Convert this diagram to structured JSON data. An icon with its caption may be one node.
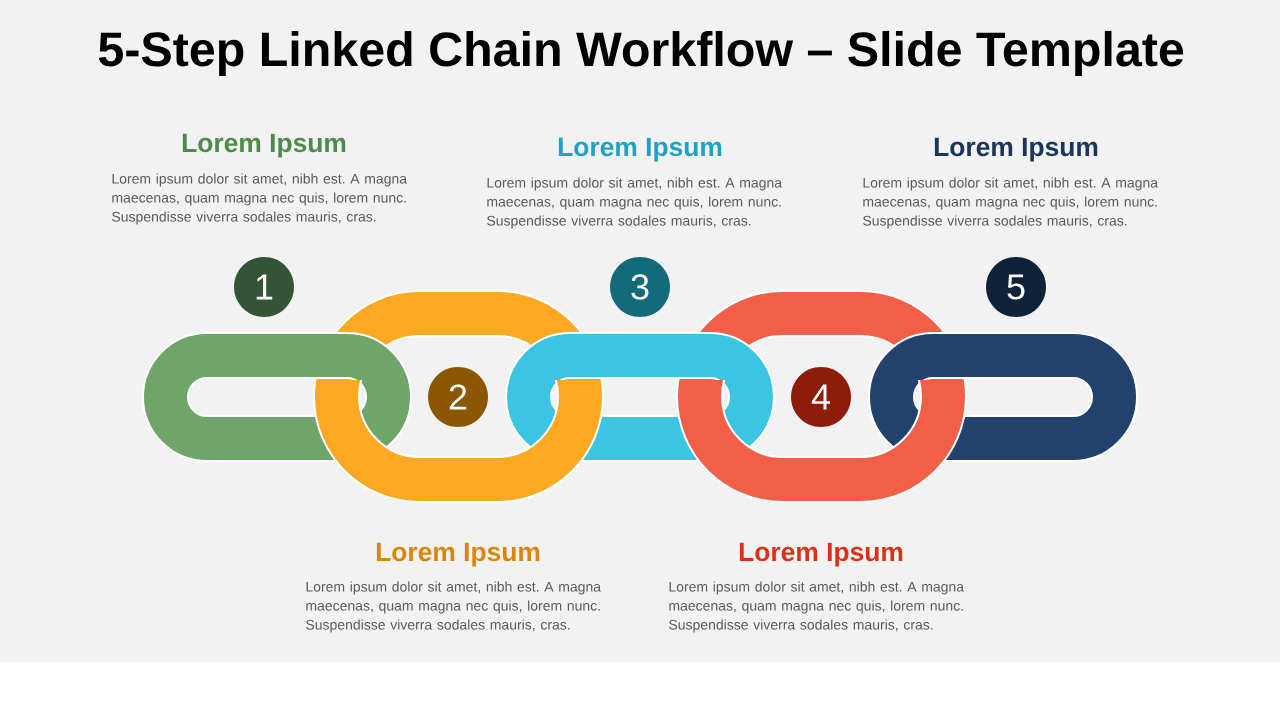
{
  "diagram": {
    "title": "5-Step Linked Chain Workflow – Slide Template",
    "nodes": [
      {
        "text": [
          "1"
        ],
        "beside": [
          "Lorem Ipsum",
          "Lorem ipsum dolor sit amet, nibh est. A magna maecenas, quam magna nec quis, lorem nunc. Suspendisse viverra sodales mauris, cras."
        ]
      },
      {
        "text": [
          "2"
        ],
        "beside": [
          "Lorem Ipsum",
          "Lorem ipsum dolor sit amet, nibh est. A magna maecenas, quam magna nec quis, lorem nunc. Suspendisse viverra sodales mauris, cras."
        ]
      },
      {
        "text": [
          "3"
        ],
        "beside": [
          "Lorem Ipsum",
          "Lorem ipsum dolor sit amet, nibh est. A magna maecenas, quam magna nec quis, lorem nunc. Suspendisse viverra sodales mauris, cras."
        ]
      },
      {
        "text": [
          "4"
        ],
        "beside": [
          "Lorem Ipsum",
          "Lorem ipsum dolor sit amet, nibh est. A magna maecenas, quam magna nec quis, lorem nunc. Suspendisse viverra sodales mauris, cras."
        ]
      },
      {
        "text": [
          "5"
        ],
        "beside": [
          "Lorem Ipsum",
          "Lorem ipsum dolor sit amet, nibh est. A magna maecenas, quam magna nec quis, lorem nunc. Suspendisse viverra sodales mauris, cras."
        ]
      }
    ]
  }
}
